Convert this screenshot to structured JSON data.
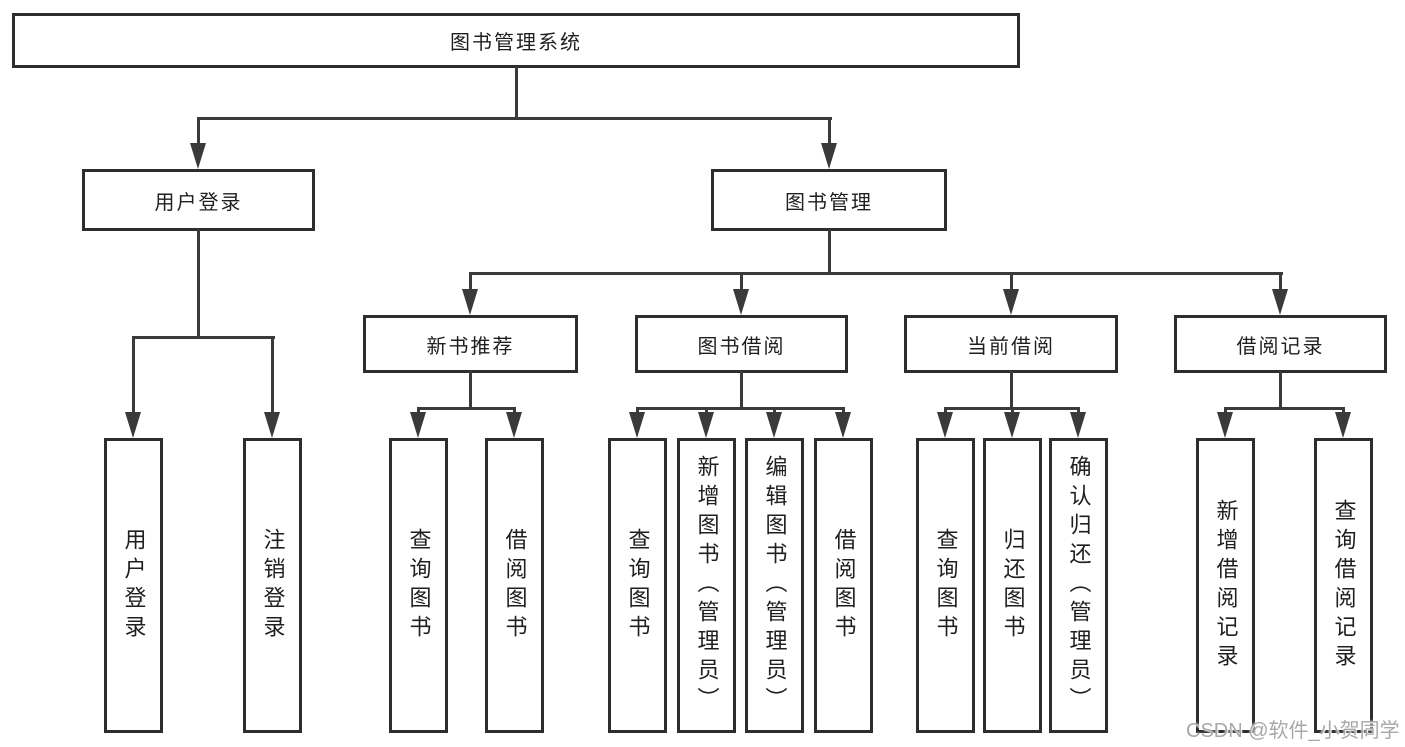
{
  "diagram": {
    "root": {
      "label": "图书管理系统"
    },
    "level2": [
      {
        "label": "用户登录"
      },
      {
        "label": "图书管理"
      }
    ],
    "level3": [
      {
        "label": "新书推荐"
      },
      {
        "label": "图书借阅"
      },
      {
        "label": "当前借阅"
      },
      {
        "label": "借阅记录"
      }
    ],
    "leaves": {
      "group1": [
        "用户登录",
        "注销登录"
      ],
      "group2": [
        "查询图书",
        "借阅图书"
      ],
      "group3": [
        "查询图书",
        "新增图书（管理员）",
        "编辑图书（管理员）",
        "借阅图书"
      ],
      "group4": [
        "查询图书",
        "归还图书",
        "确认归还（管理员）"
      ],
      "group5": [
        "新增借阅记录",
        "查询借阅记录"
      ]
    }
  },
  "watermark": {
    "text": "CSDN @软件_小贺同学"
  },
  "colors": {
    "background": "#ffffff",
    "line": "#3a3a3a",
    "border": "#2d2d2d",
    "text": "#1f1f1f",
    "watermark": "#a8a8a8"
  }
}
